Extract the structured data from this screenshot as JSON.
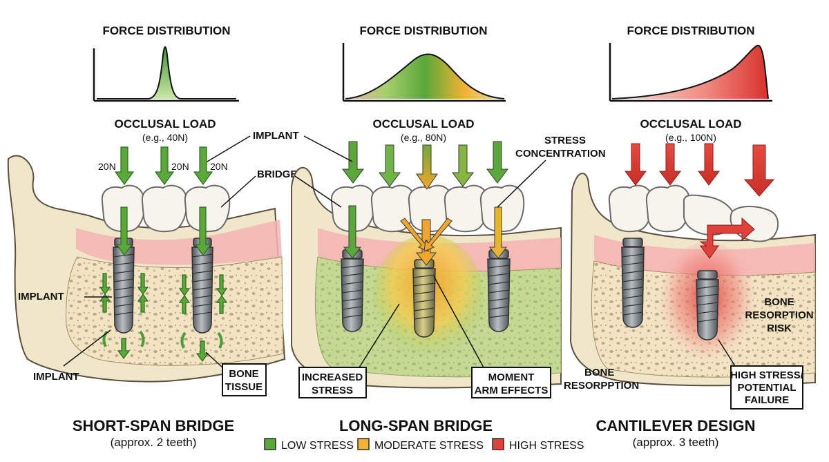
{
  "colors": {
    "low": "#5aa83a",
    "moderate": "#f2b233",
    "high": "#e0413a",
    "bone": "#efe3c4",
    "gum": "#f3b4b4",
    "tooth": "#f7f4ee",
    "implant": "#6f747a"
  },
  "panels": [
    {
      "force_title": "FORCE DISTRIBUTION",
      "load_title": "OCCLUSAL LOAD",
      "load_value": "(e.g., 40N)",
      "title": "SHORT-SPAN BRIDGE",
      "subtitle": "(approx. 2 teeth)",
      "curve_colors": "green peak",
      "labels": {
        "implant_top": "IMPLANT",
        "bridge": "BRIDGE",
        "force_a": "20N",
        "force_b": "20N",
        "force_c": "20N",
        "implant_side": "IMPLANT",
        "implant_bottom": "IMPLANT",
        "bone_tissue_1": "BONE",
        "bone_tissue_2": "TISSUE"
      }
    },
    {
      "force_title": "FORCE DISTRIBUTION",
      "load_title": "OCCLUSAL LOAD",
      "load_value": "(e.g., 80N)",
      "title": "LONG-SPAN BRIDGE",
      "labels": {
        "stress_1": "STRESS",
        "stress_2": "CONCENTRATION",
        "increased_1": "INCREASED",
        "increased_2": "STRESS",
        "moment_1": "MOMENT",
        "moment_2": "ARM EFFECTS"
      }
    },
    {
      "force_title": "FORCE DISTRIBUTION",
      "load_title": "OCCLUSAL LOAD",
      "load_value": "(e.g., 100N)",
      "title": "CANTILEVER DESIGN",
      "subtitle": "(approx. 3 teeth)",
      "labels": {
        "bone_res_1": "BONE",
        "bone_res_2": "RESORPTION",
        "bone_res_3": "RISK",
        "bone_resorption_1": "BONE",
        "bone_resorption_2": "RESORPPTION",
        "high_1": "HIGH STRESS/",
        "high_2": "POTENTIAL",
        "high_3": "FAILURE"
      }
    }
  ],
  "legend": [
    {
      "label": "LOW STRESS",
      "color": "#5aa83a"
    },
    {
      "label": "MODERATE STRESS",
      "color": "#f2b233"
    },
    {
      "label": "HIGH STRESS",
      "color": "#e0413a"
    }
  ]
}
